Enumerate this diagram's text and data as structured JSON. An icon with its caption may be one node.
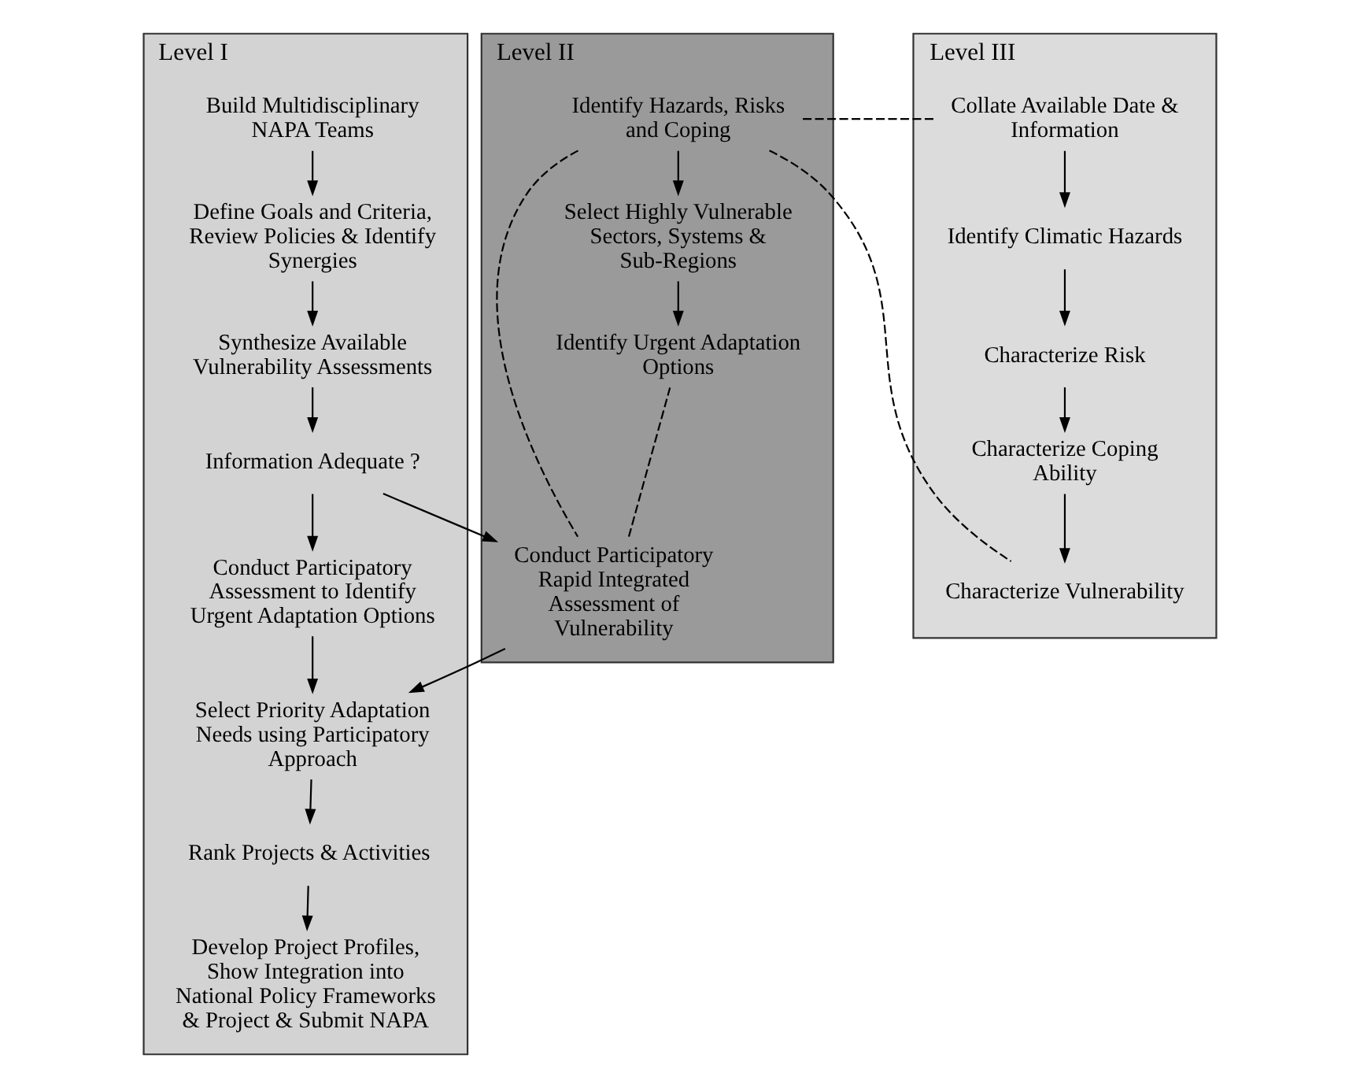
{
  "diagram": {
    "nodes": [
      {
        "text": [
          "Level I"
        ]
      },
      {
        "text": [
          "Level II"
        ]
      },
      {
        "text": [
          "Level III"
        ]
      },
      {
        "text": [
          "Build Multidisciplinary NAPA Teams"
        ],
        "in": 0
      },
      {
        "text": [
          "Define Goals and Criteria, Review Policies & Identify Synergies"
        ],
        "in": 0
      },
      {
        "text": [
          "Synthesize Available Vulnerability Assessments"
        ],
        "in": 0
      },
      {
        "text": [
          "Information Adequate ?"
        ],
        "in": 0
      },
      {
        "text": [
          "Conduct Participatory Assessment to Identify Urgent Adaptation Options"
        ],
        "in": 0
      },
      {
        "text": [
          "Select Priority Adaptation Needs using Participatory Approach"
        ],
        "in": 0
      },
      {
        "text": [
          "Rank Projects & Activities"
        ],
        "in": 0
      },
      {
        "text": [
          "Develop Project Profiles, Show Integration into National Policy Frameworks & Project & Submit NAPA"
        ],
        "in": 0
      },
      {
        "text": [
          "Identify Hazards, Risks and Coping"
        ],
        "in": 1
      },
      {
        "text": [
          "Conduct Participatory Rapid Integrated Assessment of Vulnerability"
        ],
        "in": 1
      },
      {
        "text": [
          "Select Highly Vulnerable Sectors, Systems & Sub-Regions"
        ],
        "in": 1
      },
      {
        "text": [
          "Identify Urgent Adaptation Options"
        ],
        "in": 1
      },
      {
        "text": [
          "Collate Available Date & Information"
        ],
        "in": 2
      },
      {
        "text": [
          "Identify Climatic Hazards"
        ],
        "in": 2
      },
      {
        "text": [
          "Characterize Risk"
        ],
        "in": 2
      },
      {
        "text": [
          "Characterize Coping Ability"
        ],
        "in": 2
      },
      {
        "text": [
          "Characterize Vulnerability"
        ],
        "in": 2
      }
    ],
    "edges": [
      {
        "from": 3,
        "to": 4,
        "arrow": "to"
      },
      {
        "from": 4,
        "to": 5,
        "arrow": "to"
      },
      {
        "from": 5,
        "to": 6,
        "arrow": "to"
      },
      {
        "from": 6,
        "to": 7,
        "arrow": "to"
      },
      {
        "from": 6,
        "to": 12,
        "arrow": "to"
      },
      {
        "from": 7,
        "to": 8,
        "arrow": "to"
      },
      {
        "from": 12,
        "to": 8,
        "arrow": "to"
      },
      {
        "from": 8,
        "to": 9,
        "arrow": "to"
      },
      {
        "from": 9,
        "to": 10,
        "arrow": "to"
      },
      {
        "from": 11,
        "to": 13,
        "arrow": "to"
      },
      {
        "from": 13,
        "to": 14,
        "arrow": "to"
      },
      {
        "from": 15,
        "to": 16,
        "arrow": "to"
      },
      {
        "from": 16,
        "to": 17,
        "arrow": "to"
      },
      {
        "from": 17,
        "to": 18,
        "arrow": "to"
      },
      {
        "from": 18,
        "to": 19,
        "arrow": "to"
      },
      {
        "from": 11,
        "to": 15,
        "arrow": "none",
        "style": "dashed"
      },
      {
        "from": 11,
        "to": 12,
        "arrow": "none",
        "style": "dashed"
      },
      {
        "from": 11,
        "to": 19,
        "arrow": "none",
        "style": "dashed"
      },
      {
        "from": 12,
        "to": 14,
        "arrow": "none",
        "style": "dashed"
      }
    ]
  }
}
